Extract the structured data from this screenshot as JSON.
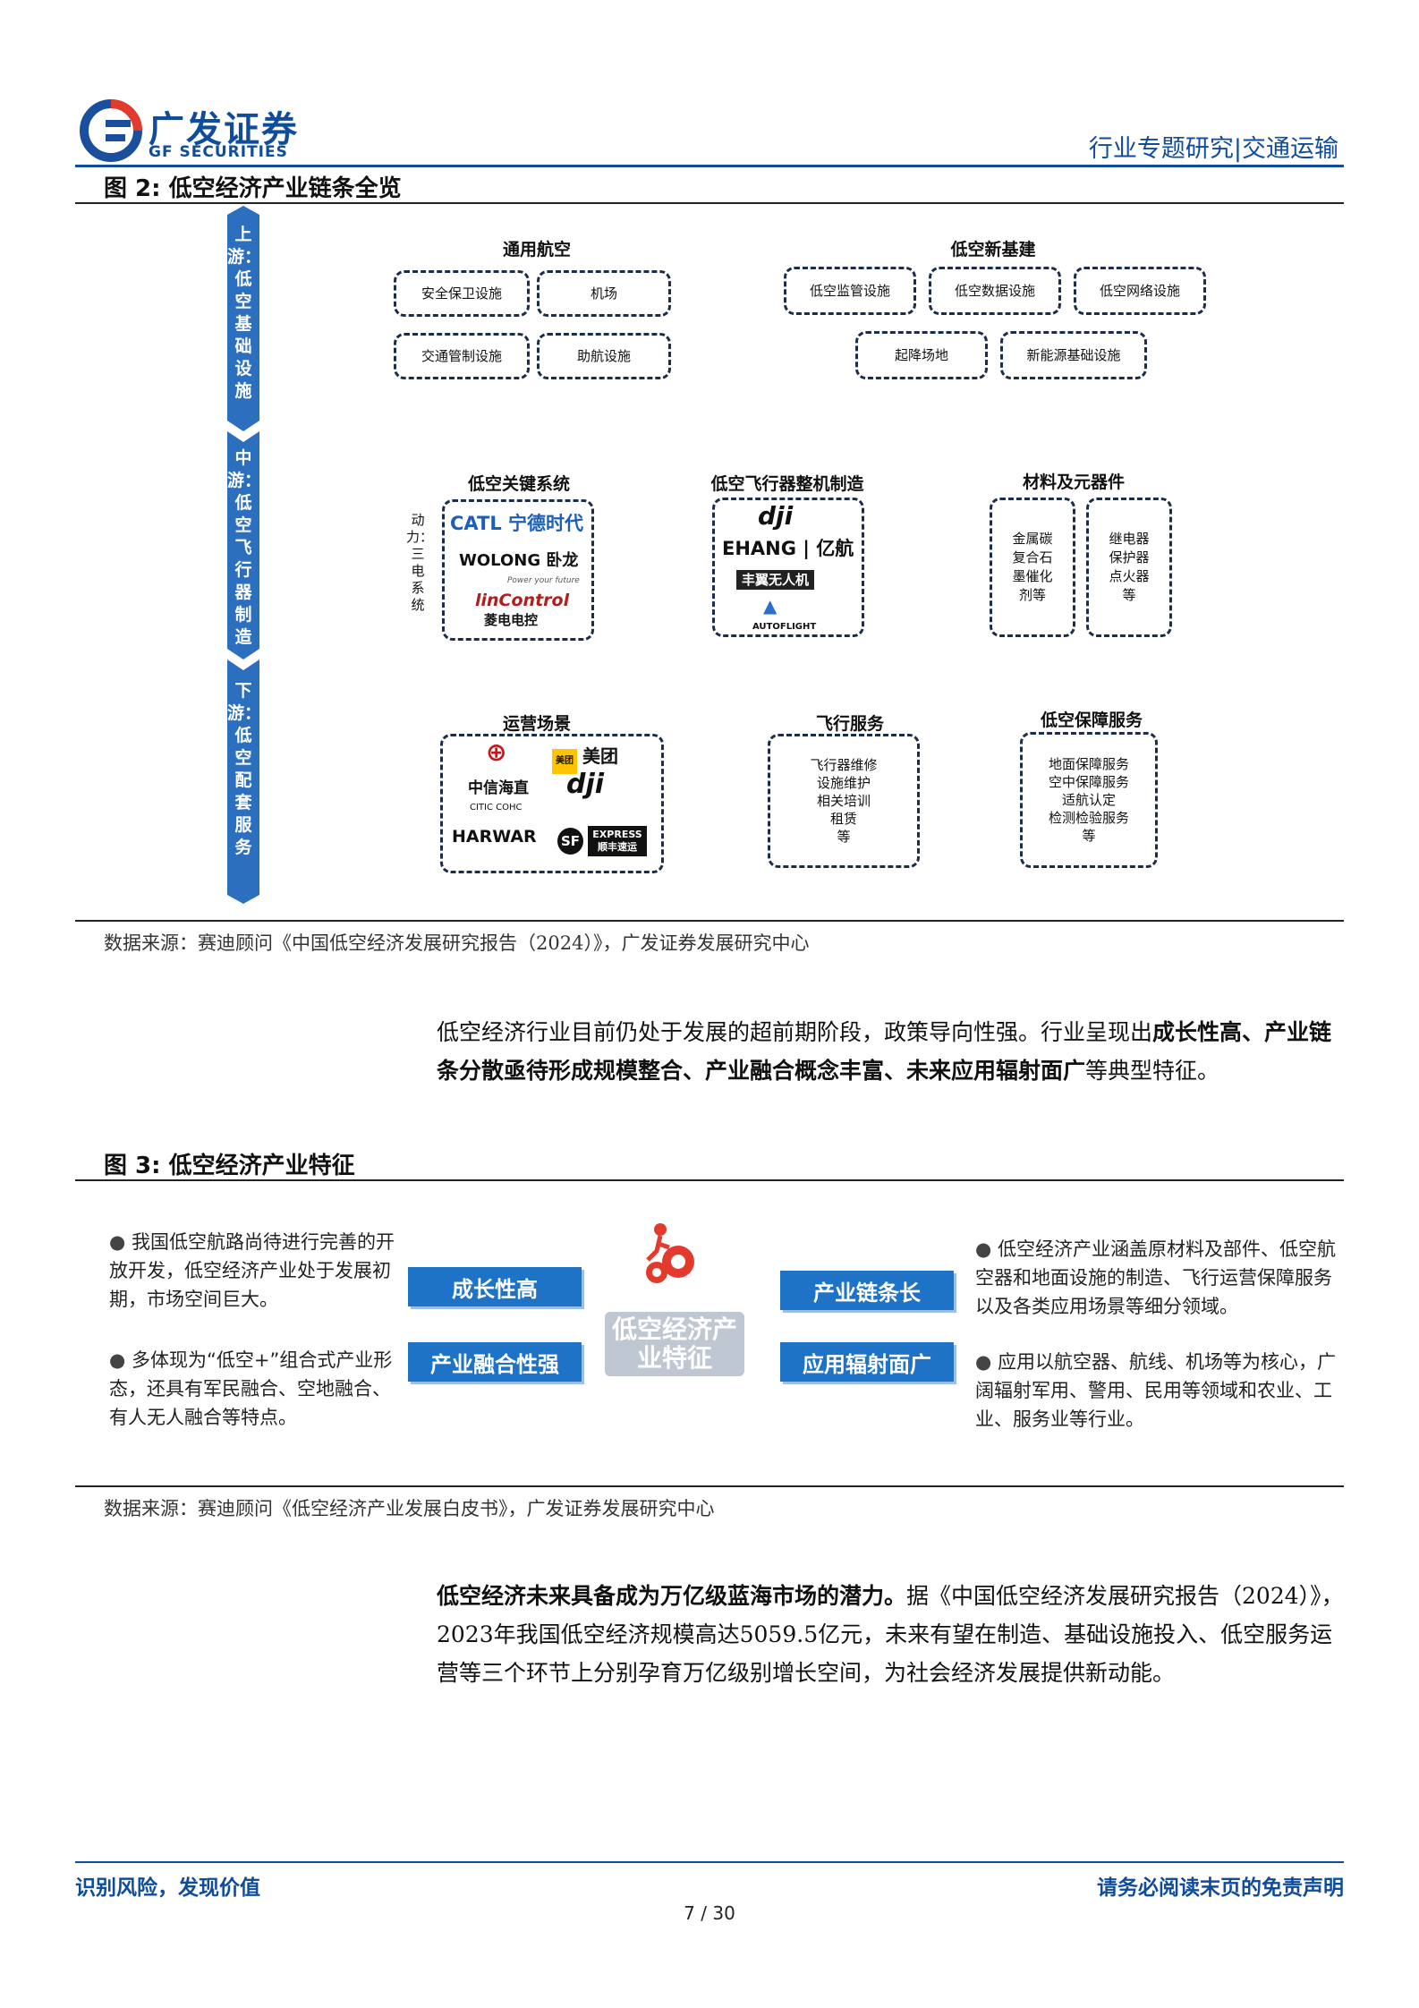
{
  "header": {
    "logo_cn": "广发证券",
    "logo_en": "GF SECURITIES",
    "category": "行业专题研究|交通运输"
  },
  "figure2": {
    "title": "图 2: 低空经济产业链条全览",
    "stages": [
      "上游：低空基础设施",
      "中游：低空飞行器制造",
      "下游：低空配套服务"
    ],
    "groups": {
      "general_aviation": {
        "title": "通用航空",
        "items": [
          "安全保卫设施",
          "机场",
          "交通管制设施",
          "助航设施"
        ]
      },
      "new_infra": {
        "title": "低空新基建",
        "items": [
          "低空监管设施",
          "低空数据设施",
          "低空网络设施",
          "起降场地",
          "新能源基础设施"
        ]
      },
      "key_systems": {
        "title": "低空关键系统",
        "side_label": "动力：三电系统",
        "brands": [
          "CATL 宁德时代",
          "WOLONG 卧龙",
          "Power your future",
          "linControl",
          "菱电电控"
        ]
      },
      "aircraft": {
        "title": "低空飞行器整机制造",
        "brands": [
          "dji",
          "EHANG | 亿航",
          "丰翼无人机",
          "AUTOFLIGHT"
        ]
      },
      "materials": {
        "title": "材料及元器件",
        "items": [
          "金属碳复合石墨催化剂等",
          "继电器保护器点火器等"
        ]
      },
      "scenarios": {
        "title": "运营场景",
        "brands": [
          "中信海直",
          "CITIC COHC",
          "美团",
          "美团",
          "dji",
          "HARWAR",
          "EXPRESS 顺丰速运",
          "SF"
        ]
      },
      "flight_services": {
        "title": "飞行服务",
        "items": [
          "飞行器维修",
          "设施维护",
          "相关培训",
          "租赁",
          "等"
        ]
      },
      "support_services": {
        "title": "低空保障服务",
        "items": [
          "地面保障服务",
          "空中保障服务",
          "适航认定",
          "检测检验服务",
          "等"
        ]
      }
    },
    "source": "数据来源：赛迪顾问《中国低空经济发展研究报告（2024）》，广发证券发展研究中心"
  },
  "paragraph1": {
    "text_a": "低空经济行业目前仍处于发展的超前期阶段，政策导向性强。行业呈现出",
    "text_bold": "成长性高、产业链条分散亟待形成规模整合、产业融合概念丰富、未来应用辐射面广",
    "text_b": "等典型特征。"
  },
  "figure3": {
    "title": "图 3: 低空经济产业特征",
    "center_label": "低空经济产业特征",
    "buttons": [
      "成长性高",
      "产业融合性强",
      "产业链条长",
      "应用辐射面广"
    ],
    "texts": [
      "我国低空航路尚待进行完善的开放开发，低空经济产业处于发展初期，市场空间巨大。",
      "多体现为“低空+”组合式产业形态，还具有军民融合、空地融合、有人无人融合等特点。",
      "低空经济产业涵盖原材料及部件、低空航空器和地面设施的制造、飞行运营保障服务以及各类应用场景等细分领域。",
      "应用以航空器、航线、机场等为核心，广阔辐射军用、警用、民用等领域和农业、工业、服务业等行业。"
    ],
    "source": "数据来源：赛迪顾问《低空经济产业发展白皮书》，广发证券发展研究中心"
  },
  "paragraph2": {
    "text_bold": "低空经济未来具备成为万亿级蓝海市场的潜力。",
    "text_a": "据《中国低空经济发展研究报告（2024）》，2023年我国低空经济规模高达5059.5亿元，未来有望在制造、基础设施投入、低空服务运营等三个环节上分别孕育万亿级别增长空间，为社会经济发展提供新动能。"
  },
  "footer": {
    "left": "识别风险，发现价值",
    "right": "请务必阅读末页的免责声明",
    "page": "7 / 30"
  },
  "colors": {
    "brand_blue": "#0f4c9c",
    "button_blue": "#1f73c6",
    "logo_red": "#e23b2e",
    "strip_blue": "#2c6fbe"
  }
}
